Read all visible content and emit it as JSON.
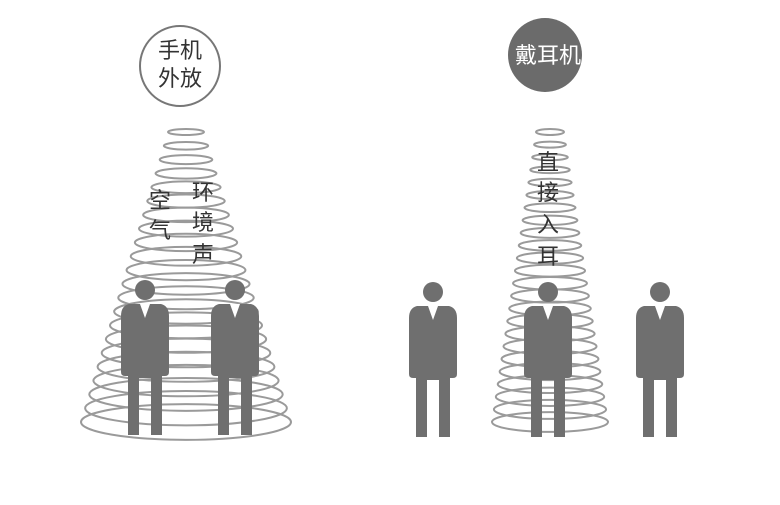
{
  "left_panel": {
    "badge": {
      "line1": "手机",
      "line2": "外放"
    },
    "text_a": [
      "空",
      "气"
    ],
    "text_b": [
      "环",
      "境",
      "声"
    ]
  },
  "right_panel": {
    "badge": {
      "text": "戴耳机"
    },
    "text_c": [
      "直",
      "接",
      "入",
      "耳"
    ]
  },
  "colors": {
    "figure": "#6f6f6f",
    "ring": "#9a9a9a",
    "badge_fill": "#6b6b6b",
    "badge_text_dark": "#333333",
    "badge_text_light": "#ffffff",
    "text": "#333333"
  }
}
